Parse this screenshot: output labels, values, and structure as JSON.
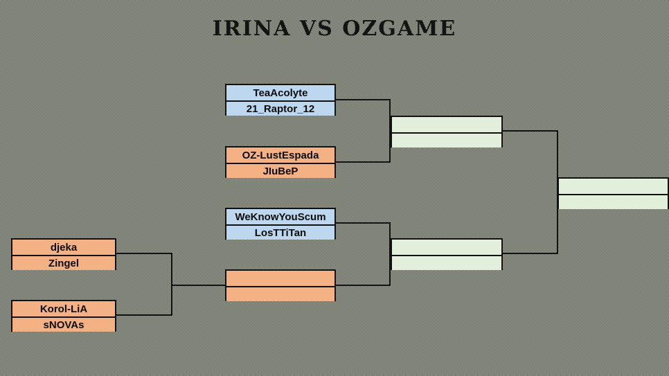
{
  "title": "IRINA VS OZGAME",
  "colors": {
    "background_dither_dark": "#23271f",
    "background_dither_light": "#dfe3d7",
    "team_blue": "#bdd7ee",
    "team_orange": "#f4b183",
    "advance_slot_green": "#e2efda",
    "line": "#111111"
  },
  "bracket": {
    "prelim_match": {
      "player1": "djeka",
      "player2": "Zingel"
    },
    "prelim_match2": {
      "player1": "Korol-LiA",
      "player2": "sNOVAs"
    },
    "round1_top_a": {
      "player1": "TeaAcolyte",
      "player2": "21_Raptor_12"
    },
    "round1_top_b": {
      "player1": "OZ-LustEspada",
      "player2": "JIuBeP"
    },
    "round1_bottom_a": {
      "player1": "WeKnowYouScum",
      "player2": "LosTTiTan"
    },
    "round1_bottom_b": {
      "player1": "",
      "player2": ""
    },
    "semifinal_top": {
      "player1": "",
      "player2": ""
    },
    "semifinal_bottom": {
      "player1": "",
      "player2": ""
    },
    "final": {
      "player1": "",
      "player2": ""
    }
  }
}
